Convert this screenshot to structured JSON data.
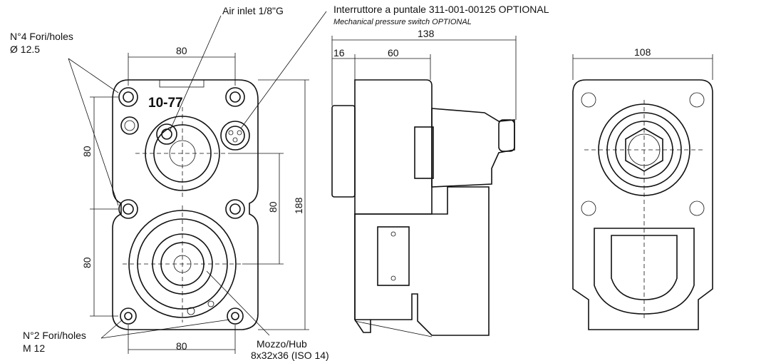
{
  "labels": {
    "air_inlet": "Air inlet 1/8\"G",
    "switch_title": "Interruttore a puntale 311-001-00125 OPTIONAL",
    "switch_subtitle": "Mechanical pressure switch OPTIONAL",
    "holes4_line1": "N°4 Fori/holes",
    "holes4_line2": "Ø 12.5",
    "holes2_line1": "N°2 Fori/holes",
    "holes2_line2": "M 12",
    "hub_line1": "Mozzo/Hub",
    "hub_line2": "8x32x36 (ISO 14)",
    "model": "10-77"
  },
  "dimensions": {
    "front_top_width": "80",
    "front_left_upper": "80",
    "front_left_lower": "80",
    "front_right_inner": "80",
    "front_height": "188",
    "front_bottom_width": "80",
    "side_total": "138",
    "side_a": "16",
    "side_b": "60",
    "rear_width": "108"
  }
}
